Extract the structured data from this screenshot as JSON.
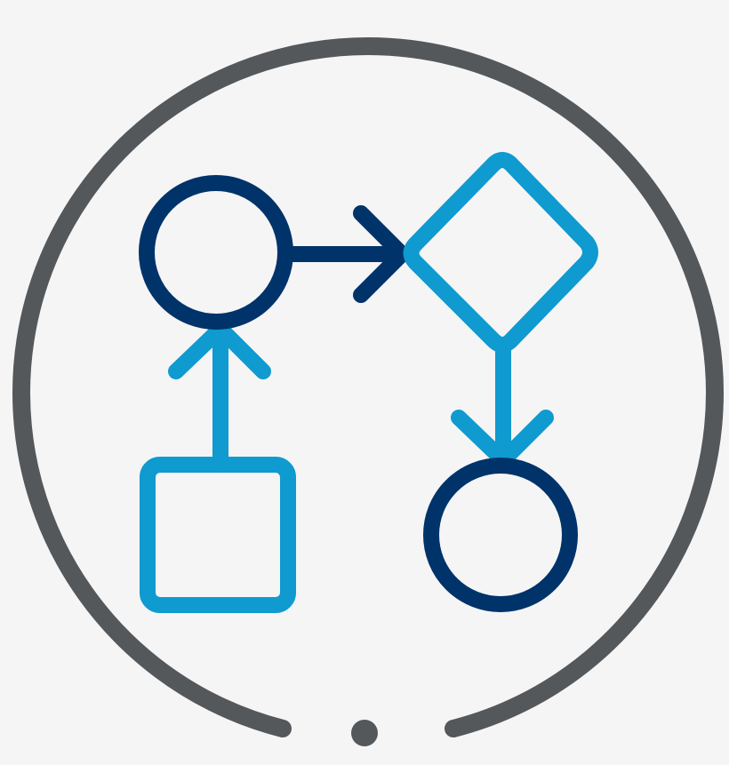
{
  "colors": {
    "background": "#f5f5f6",
    "frame": "#54585b",
    "dark_blue": "#00336a",
    "light_blue": "#0f9ad0"
  },
  "icon": {
    "name": "flowchart-icon",
    "frame": "circle-frame",
    "nodes": [
      {
        "id": "start-circle",
        "shape": "circle",
        "color": "dark_blue"
      },
      {
        "id": "decision-diamond",
        "shape": "diamond",
        "color": "light_blue"
      },
      {
        "id": "end-circle",
        "shape": "circle",
        "color": "dark_blue"
      },
      {
        "id": "process-square",
        "shape": "square",
        "color": "light_blue"
      }
    ],
    "edges": [
      {
        "from": "process-square",
        "to": "start-circle",
        "color": "light_blue"
      },
      {
        "from": "start-circle",
        "to": "decision-diamond",
        "color": "dark_blue"
      },
      {
        "from": "decision-diamond",
        "to": "end-circle",
        "color": "light_blue"
      }
    ]
  }
}
